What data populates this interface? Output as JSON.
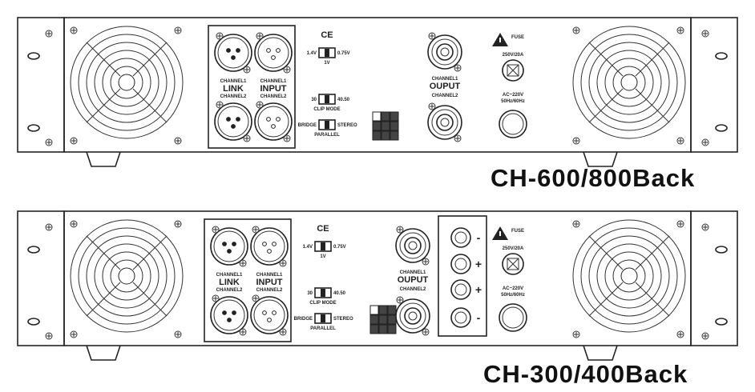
{
  "panels": [
    {
      "model": "CH-600/800Back",
      "channel1": "CHANNEL1",
      "channel2": "CHANNEL2",
      "link": "LINK",
      "input": "INPUT",
      "sens_low": "1.4V",
      "sens_high": "0.75V",
      "sens_mid": "1V",
      "clip_left": "30",
      "clip_right": "40.50",
      "clip_mode": "CLIP MODE",
      "bridge": "BRIDGE",
      "stereo": "STEREO",
      "parallel": "PARALLEL",
      "output": "OUPUT",
      "fuse": "FUSE",
      "fuse_rating": "250V/20A",
      "ac_voltage": "AC~220V",
      "ac_freq": "50Hz/60Hz",
      "cert_marks": "CE"
    },
    {
      "model": "CH-300/400Back",
      "channel1": "CHANNEL1",
      "channel2": "CHANNEL2",
      "link": "LINK",
      "input": "INPUT",
      "sens_low": "1.4V",
      "sens_high": "0.75V",
      "sens_mid": "1V",
      "clip_left": "30",
      "clip_right": "40.50",
      "clip_mode": "CLIP MODE",
      "bridge": "BRIDGE",
      "stereo": "STEREO",
      "parallel": "PARALLEL",
      "output": "OUPUT",
      "fuse": "FUSE",
      "fuse_rating": "250V/20A",
      "ac_voltage": "AC~220V",
      "ac_freq": "50Hz/60Hz",
      "cert_marks": "CE",
      "terminal_signs": [
        "-",
        "+",
        "+",
        "-"
      ]
    }
  ]
}
